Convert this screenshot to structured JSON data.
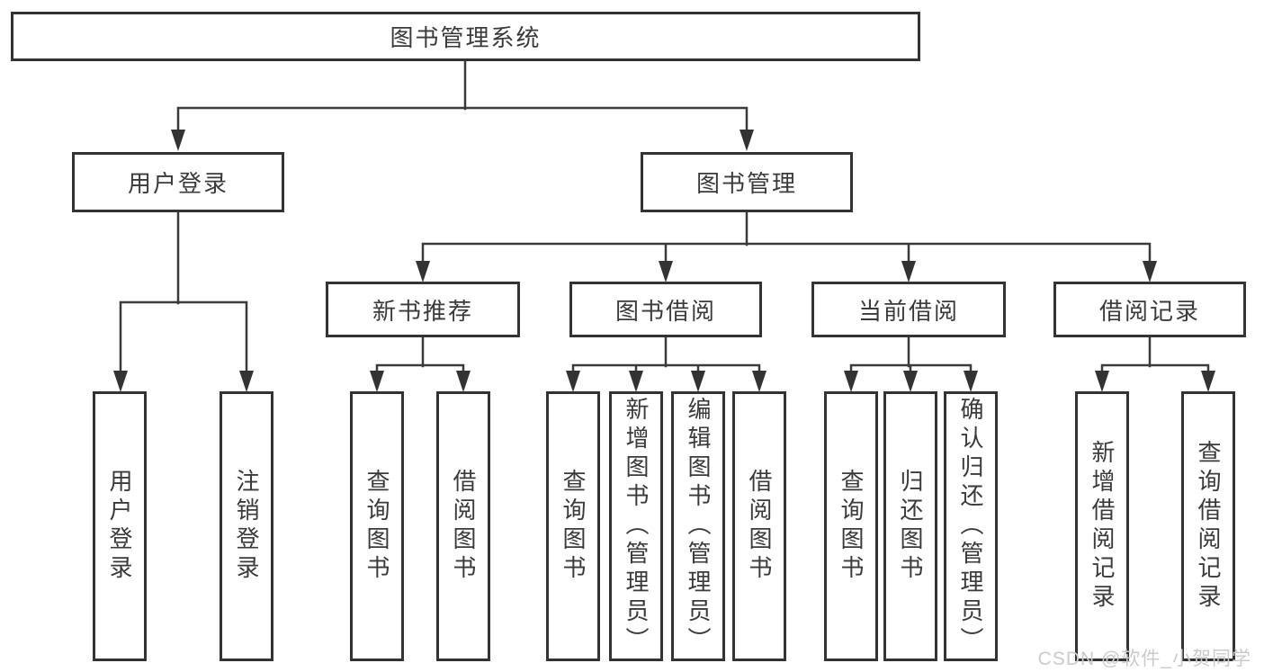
{
  "diagram": {
    "root": {
      "label": "图书管理系统"
    },
    "level2": {
      "user_login": {
        "label": "用户登录",
        "children": [
          {
            "label": "用户登录"
          },
          {
            "label": "注销登录"
          }
        ]
      },
      "book_management": {
        "label": "图书管理",
        "sections": {
          "new_book_recommend": {
            "label": "新书推荐",
            "children": [
              {
                "label": "查询图书"
              },
              {
                "label": "借阅图书"
              }
            ]
          },
          "book_borrowing": {
            "label": "图书借阅",
            "children": [
              {
                "label": "查询图书"
              },
              {
                "label": "新增图书（管理员）"
              },
              {
                "label": "编辑图书（管理员）"
              },
              {
                "label": "借阅图书"
              }
            ]
          },
          "current_borrowing": {
            "label": "当前借阅",
            "children": [
              {
                "label": "查询图书"
              },
              {
                "label": "归还图书"
              },
              {
                "label": "确认归还（管理员）"
              }
            ]
          },
          "borrowing_records": {
            "label": "借阅记录",
            "children": [
              {
                "label": "新增借阅记录"
              },
              {
                "label": "查询借阅记录"
              }
            ]
          }
        }
      }
    }
  },
  "watermark": {
    "text": "CSDN @软件_小贺同学"
  },
  "colors": {
    "line": "#3a3a3a",
    "box_border": "#333333",
    "text": "#3a3a3a",
    "background": "#ffffff",
    "watermark": "#cbcbcb"
  }
}
